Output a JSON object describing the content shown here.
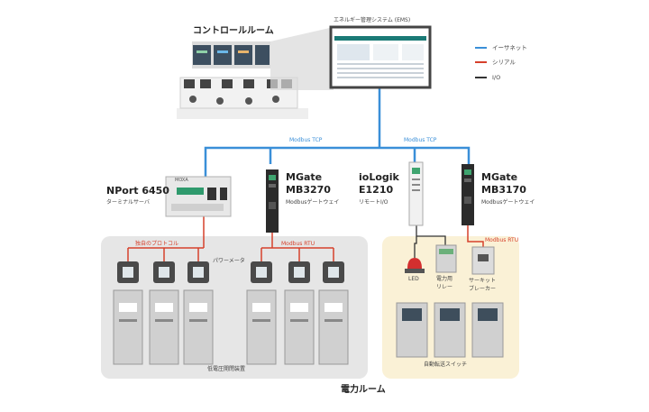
{
  "legend": [
    {
      "label": "イーサネット",
      "color": "#3a8fd8"
    },
    {
      "label": "シリアル",
      "color": "#d6402b"
    },
    {
      "label": "I/O",
      "color": "#333333"
    }
  ],
  "control_room": {
    "title": "コントロールルーム"
  },
  "ems": {
    "title": "エネルギー管理システム (EMS)"
  },
  "links": {
    "modbus_tcp_left": "Modbus TCP",
    "modbus_tcp_right": "Modbus TCP"
  },
  "devices": {
    "nport": {
      "name": "NPort 6450",
      "subtitle": "ターミナルサーバ",
      "brand": "MOXA"
    },
    "mgate_3270": {
      "name_line1": "MGate",
      "name_line2": "MB3270",
      "subtitle": "Modbusゲートウェイ"
    },
    "iologik": {
      "name_line1": "ioLogik",
      "name_line2": "E1210",
      "subtitle": "リモートI/O"
    },
    "mgate_3170": {
      "name_line1": "MGate",
      "name_line2": "MB3170",
      "subtitle": "Modbusゲートウェイ"
    }
  },
  "left_zone": {
    "proprietary_protocol": "独自のプロトコル",
    "modbus_rtu": "Modbus RTU",
    "power_meter": "パワーメータ",
    "switchgear": "低電圧開閉装置"
  },
  "right_zone": {
    "modbus_rtu": "Modbus RTU",
    "led": "LED",
    "relay_line1": "電力用",
    "relay_line2": "リレー",
    "breaker_line1": "サーキット",
    "breaker_line2": "ブレーカー",
    "ats": "自動転送スイッチ"
  },
  "room_title": "電力ルーム"
}
